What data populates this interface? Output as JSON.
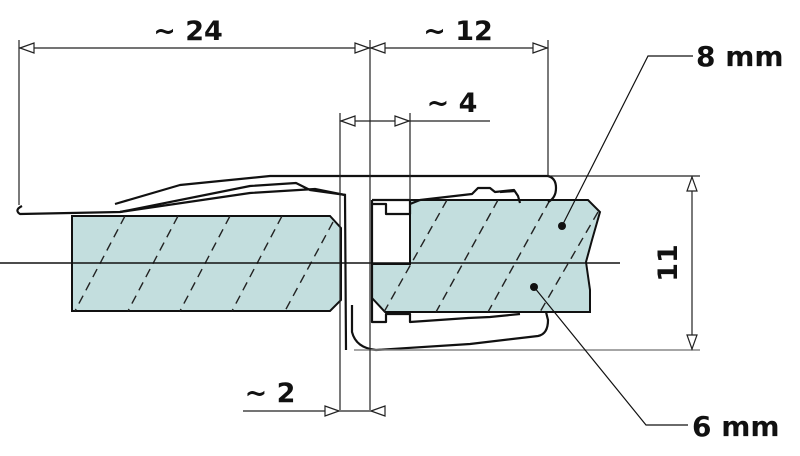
{
  "diagram": {
    "type": "technical-cross-section",
    "subject": "glass door seal profile",
    "colors": {
      "glass_fill": "#c3dede",
      "line": "#111111",
      "background": "#ffffff"
    },
    "dimensions": {
      "overall_width": {
        "label": "~ 24"
      },
      "seal_width": {
        "label": "~ 12"
      },
      "groove_gap": {
        "label": "~ 4"
      },
      "wall_thickness": {
        "label": "~ 2"
      },
      "height": {
        "label": "11"
      }
    },
    "callouts": {
      "glass_top": {
        "label": "8 mm"
      },
      "glass_bottom": {
        "label": "6 mm"
      }
    }
  }
}
